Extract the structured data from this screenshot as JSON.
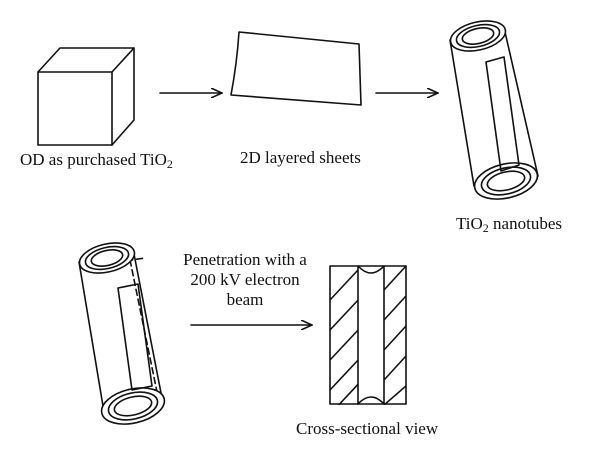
{
  "labels": {
    "step1_prefix": "OD as purchased TiO",
    "step1_subscript": "2",
    "step2": "2D layered sheets",
    "step3_prefix": "TiO",
    "step3_subscript": "2",
    "step3_suffix": " nanotubes",
    "penetration_line1": "Penetration with a",
    "penetration_line2": "200 kV electron",
    "penetration_line3": "beam",
    "cross_section": "Cross-sectional view"
  }
}
